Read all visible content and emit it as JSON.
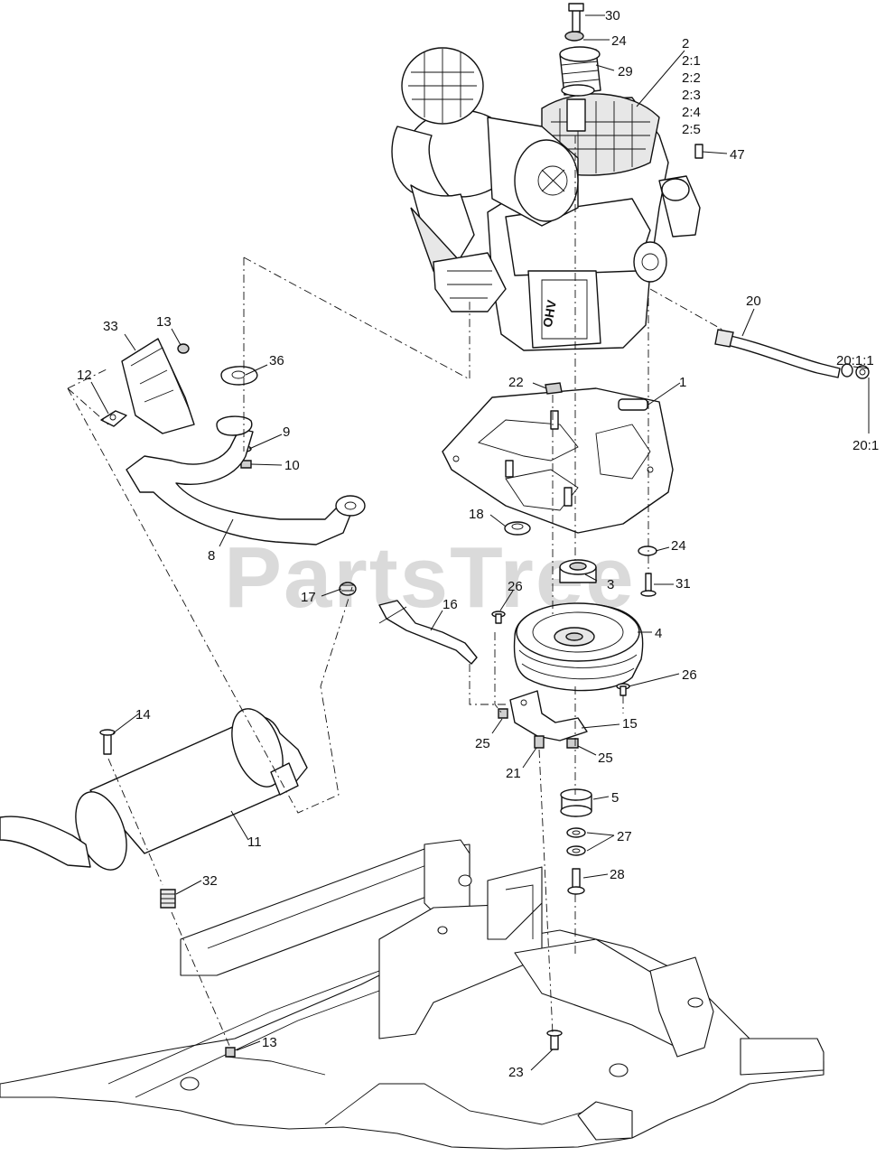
{
  "watermark": "PartsTree",
  "callouts": {
    "c2": "2",
    "c2_1": "2:1",
    "c2_2": "2:2",
    "c2_3": "2:3",
    "c2_4": "2:4",
    "c2_5": "2:5",
    "c30": "30",
    "c24a": "24",
    "c29": "29",
    "c47": "47",
    "c20": "20",
    "c20_1_1": "20:1:1",
    "c20_1": "20:1",
    "c33": "33",
    "c13a": "13",
    "c12": "12",
    "c36": "36",
    "c9": "9",
    "c10": "10",
    "c8": "8",
    "c22": "22",
    "c1": "1",
    "c18": "18",
    "c24b": "24",
    "c3": "3",
    "c31": "31",
    "c17": "17",
    "c16": "16",
    "c26a": "26",
    "c4": "4",
    "c26b": "26",
    "c15": "15",
    "c25a": "25",
    "c25b": "25",
    "c21": "21",
    "c14": "14",
    "c11": "11",
    "c5": "5",
    "c27": "27",
    "c28": "28",
    "c32": "32",
    "c13b": "13",
    "c23": "23"
  },
  "engine_label": "OHV"
}
